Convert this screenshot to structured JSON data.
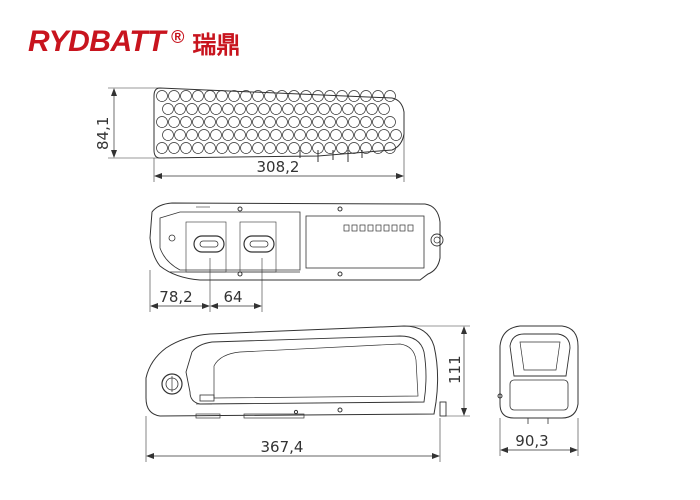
{
  "logo": {
    "brand": "RYDBATT",
    "registered": "®",
    "chinese": "瑞鼎"
  },
  "colors": {
    "brand": "#c8141e",
    "line": "#333333"
  },
  "dimensions": {
    "cells_height": "84,1",
    "cells_width": "308,2",
    "pcb_offset": "78,2",
    "pcb_gap": "64",
    "case_height": "111",
    "case_length": "367,4",
    "case_width": "90,3"
  }
}
